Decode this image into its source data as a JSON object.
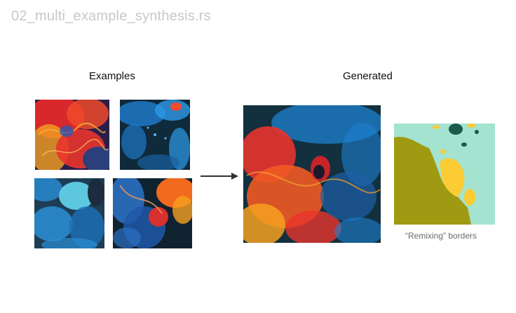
{
  "file_title": "02_multi_example_synthesis.rs",
  "sections": {
    "examples_heading": "Examples",
    "generated_heading": "Generated"
  },
  "examples": [
    {
      "name": "example-image-1",
      "colors": [
        "#f0502a",
        "#2b3f7a",
        "#e8282a",
        "#f5a020"
      ]
    },
    {
      "name": "example-image-2",
      "colors": [
        "#0f2a3a",
        "#1e78c8",
        "#2d9ae8",
        "#f24a2e"
      ]
    },
    {
      "name": "example-image-3",
      "colors": [
        "#1d3d55",
        "#2b8ed6",
        "#5ec7e0",
        "#1a2c3d"
      ]
    },
    {
      "name": "example-image-4",
      "colors": [
        "#2b6fc0",
        "#f26a1e",
        "#d8302e",
        "#0f2230"
      ]
    }
  ],
  "generated": {
    "colors": [
      "#12303e",
      "#1d80d0",
      "#f05a24",
      "#e8342c",
      "#f5a020"
    ]
  },
  "remix_map": {
    "colors": [
      "#a4e3cf",
      "#a09a12",
      "#fbcc34",
      "#1c5a4c"
    ],
    "caption": "“Remixing” borders"
  }
}
